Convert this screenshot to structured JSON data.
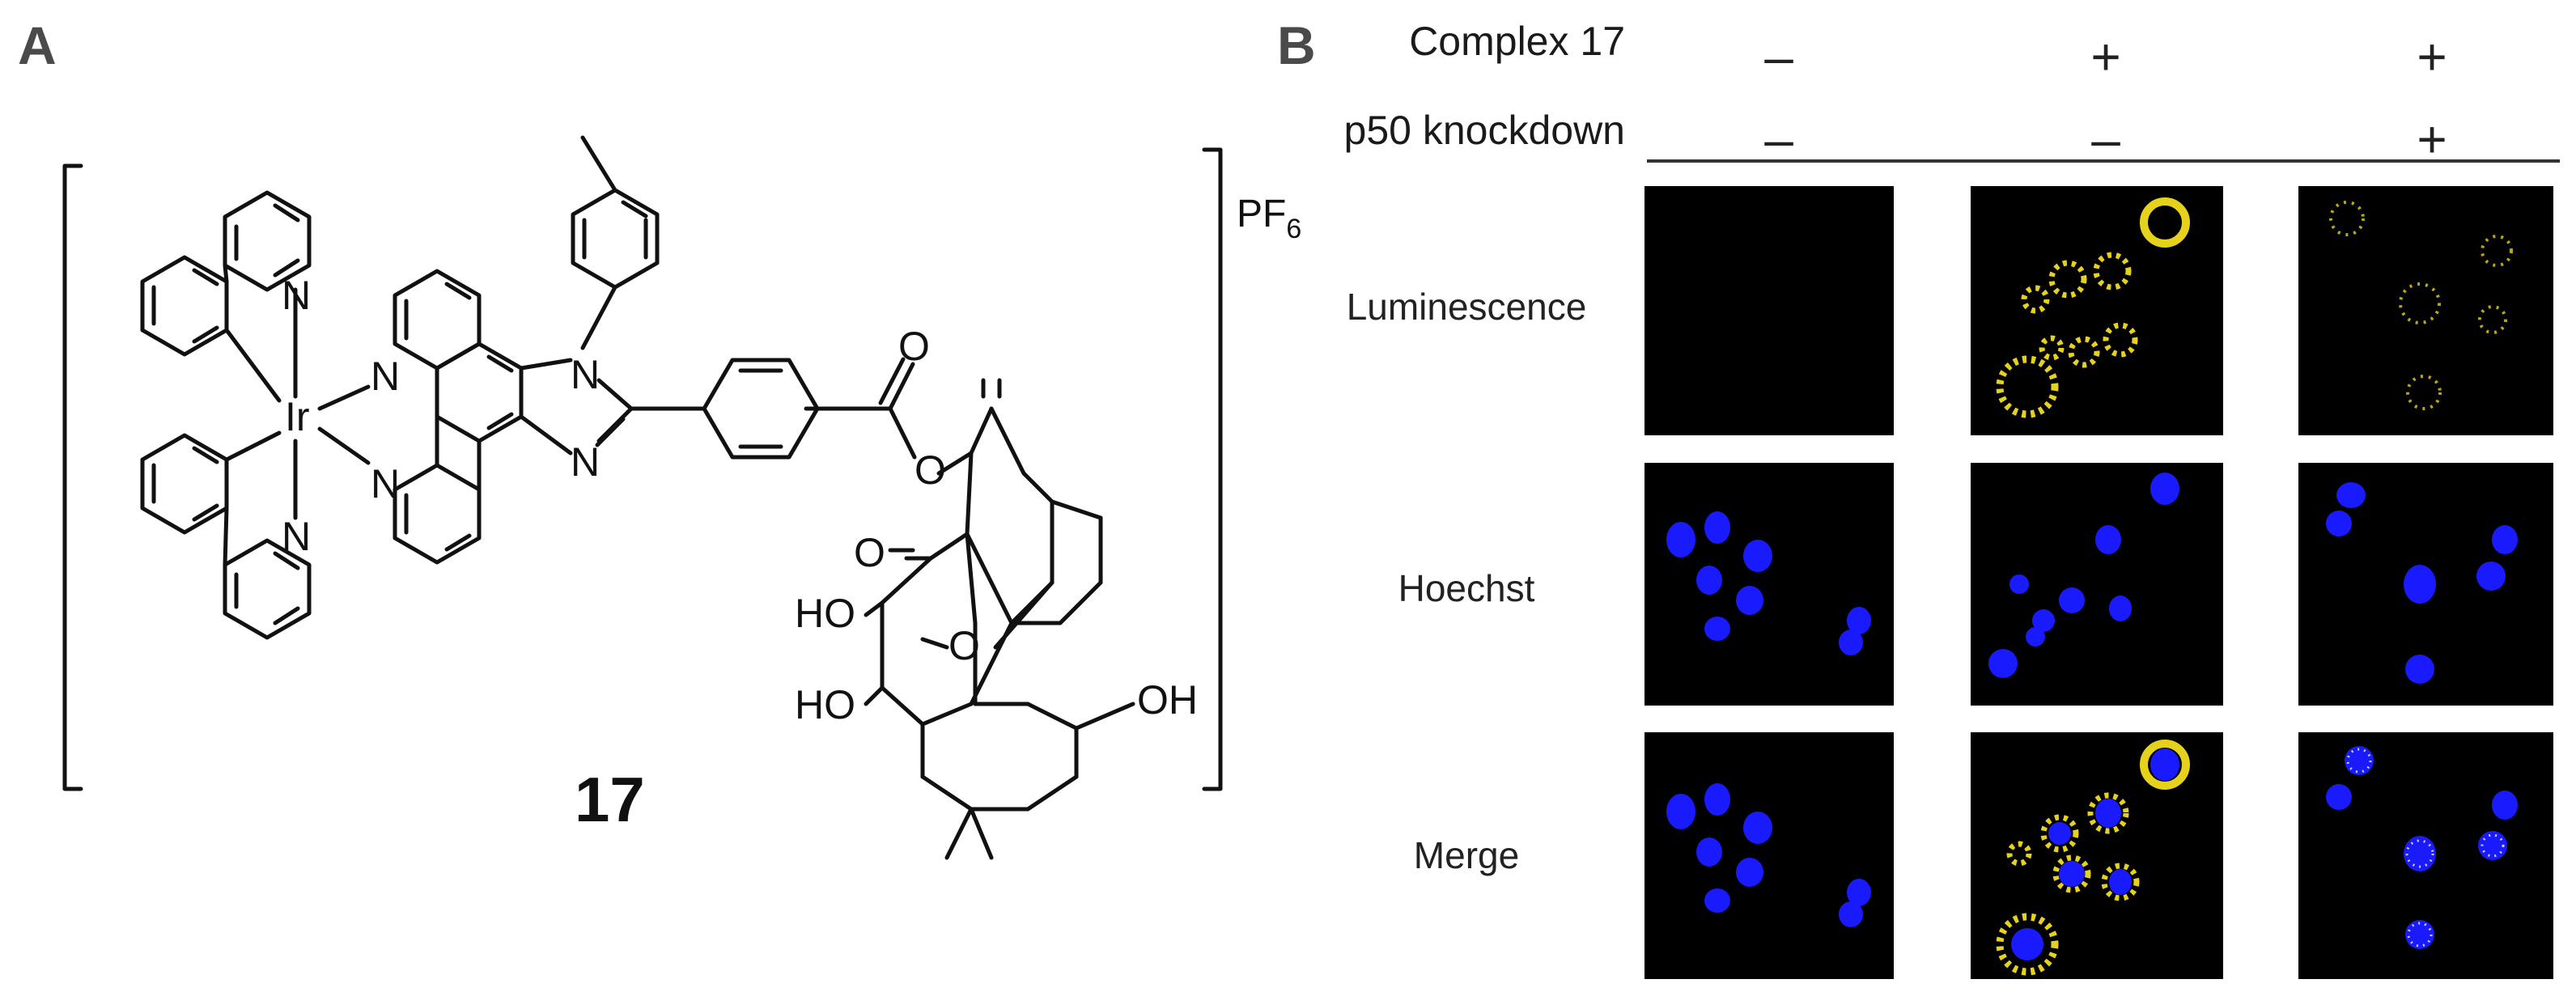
{
  "panels": {
    "a": "A",
    "b": "B"
  },
  "structure": {
    "compound_number": "17",
    "counterion": "PF",
    "counterion_sub": "6",
    "metal": "Ir",
    "n_label": "N",
    "o_label": "O",
    "ho_label": "HO",
    "oh_label": "OH"
  },
  "conditions": [
    {
      "label": "Complex 17",
      "signs": [
        "–",
        "+",
        "+"
      ]
    },
    {
      "label": "p50 knockdown",
      "signs": [
        "–",
        "–",
        "+"
      ]
    }
  ],
  "rows": [
    "Luminescence",
    "Hoechst",
    "Merge"
  ],
  "colors": {
    "nucleus": "#1a1aff",
    "probe": "#e6d21c",
    "background": "#000000"
  }
}
